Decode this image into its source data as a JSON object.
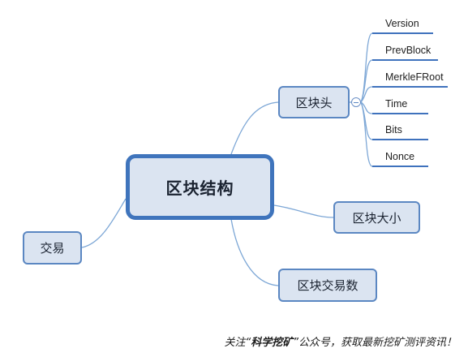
{
  "root": {
    "label": "区块结构"
  },
  "branches": {
    "header": {
      "label": "区块头"
    },
    "size": {
      "label": "区块大小"
    },
    "count": {
      "label": "区块交易数"
    },
    "tx": {
      "label": "交易"
    }
  },
  "header_fields": [
    "Version",
    "PrevBlock",
    "MerkleFRoot",
    "Time",
    "Bits",
    "Nonce"
  ],
  "footer": {
    "prefix": "关注“",
    "highlight": "科学挖矿",
    "suffix": "”公众号，获取最新挖矿测评资讯！"
  },
  "colors": {
    "line": "#7da7d6",
    "node_fill": "#dbe4f1",
    "node_border": "#5b87c2",
    "root_border": "#3f74bc",
    "leaf_underline": "#3f72bd"
  }
}
